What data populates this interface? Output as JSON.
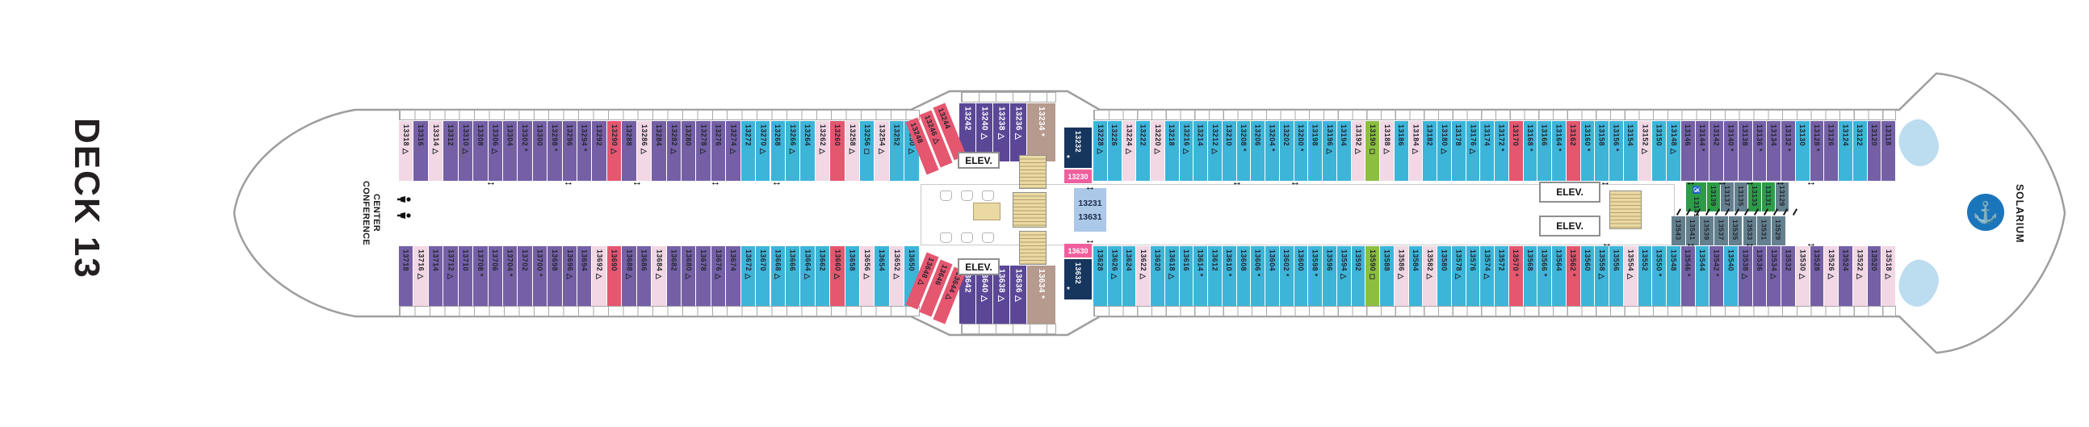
{
  "title": "DECK 13",
  "labels": {
    "conference_line1": "CONFERENCE",
    "conference_line2": "CENTER",
    "solarium": "SOLARIUM",
    "elevator": "ELEV.",
    "center_cabins": [
      "13231",
      "13631"
    ]
  },
  "icons": {
    "anchor": "⚓",
    "connecting_arrow": "↔"
  },
  "symbols": {
    "t": "△",
    "s": "*",
    "q": "◻",
    "w": "♿"
  },
  "palette": {
    "balcony_cabin_purple": "#7560a6",
    "balcony_cabin_cyan": "#3db5d9",
    "accessible_lime": "#8cbf40",
    "pink": "#f2d7e4",
    "red": "#e5566f",
    "suite_purple": "#5b4796",
    "suite_tan": "#b69a8d",
    "navy": "#17365d",
    "magenta": "#ef5f9e",
    "interior_slate": "#64808e",
    "interior_green": "#2d9c49",
    "center_lightblue": "#abc8e9",
    "pool_blue": "#bcdcf0",
    "logo_blue": "#1b75bb",
    "hull_outline": "#9e9e9e"
  },
  "rows": {
    "top_main": [
      [
        "13318",
        "t",
        "pink"
      ],
      [
        "13316",
        "",
        "purple"
      ],
      [
        "13314",
        "t",
        "pink"
      ],
      [
        "13312",
        "",
        "purple"
      ],
      [
        "13310",
        "t",
        "purple"
      ],
      [
        "13308",
        "",
        "purple"
      ],
      [
        "13306",
        "t",
        "purple"
      ],
      [
        "13304",
        "",
        "purple"
      ],
      [
        "13302",
        "s",
        "purple"
      ],
      [
        "13300",
        "",
        "purple"
      ],
      [
        "13298",
        "s",
        "purple"
      ],
      [
        "13296",
        "",
        "purple"
      ],
      [
        "13294",
        "s",
        "purple"
      ],
      [
        "13292",
        "",
        "purple"
      ],
      [
        "13290",
        "t",
        "red"
      ],
      [
        "13288",
        "",
        "purple"
      ],
      [
        "13286",
        "t",
        "pink"
      ],
      [
        "13284",
        "",
        "purple"
      ],
      [
        "13282",
        "t",
        "purple"
      ],
      [
        "13280",
        "",
        "purple"
      ],
      [
        "13278",
        "t",
        "purple"
      ],
      [
        "13276",
        "",
        "purple"
      ],
      [
        "13274",
        "t",
        "purple"
      ],
      [
        "13272",
        "",
        "cyan"
      ],
      [
        "13270",
        "t",
        "cyan"
      ],
      [
        "13268",
        "",
        "cyan"
      ],
      [
        "13266",
        "t",
        "cyan"
      ],
      [
        "13264",
        "",
        "cyan"
      ],
      [
        "13262",
        "t",
        "pink"
      ],
      [
        "13260",
        "",
        "red"
      ],
      [
        "13258",
        "t",
        "pink"
      ],
      [
        "13256",
        "q",
        "cyan"
      ],
      [
        "13254",
        "t",
        "pink"
      ],
      [
        "13252",
        "",
        "cyan"
      ],
      [
        "13250",
        "t",
        "cyan"
      ]
    ],
    "top_angle": [
      [
        "13248",
        "",
        "red"
      ],
      [
        "13246",
        "t",
        "red"
      ],
      [
        "13244",
        "",
        "red"
      ]
    ],
    "top_suites": [
      [
        "13242",
        "",
        "suite"
      ],
      [
        "13240",
        "t",
        "suite"
      ],
      [
        "13238",
        "t",
        "suite"
      ],
      [
        "13236",
        "t",
        "suite"
      ],
      [
        "13234",
        "s",
        "tanw"
      ]
    ],
    "top_fwd": [
      [
        "13228",
        "t",
        "cyan"
      ],
      [
        "13226",
        "",
        "cyan"
      ],
      [
        "13224",
        "t",
        "pink"
      ],
      [
        "13222",
        "",
        "cyan"
      ],
      [
        "13220",
        "t",
        "pink"
      ],
      [
        "13218",
        "",
        "cyan"
      ],
      [
        "13216",
        "t",
        "cyan"
      ],
      [
        "13214",
        "",
        "cyan"
      ],
      [
        "13212",
        "t",
        "cyan"
      ],
      [
        "13210",
        "",
        "cyan"
      ],
      [
        "13208",
        "s",
        "cyan"
      ],
      [
        "13206",
        "",
        "cyan"
      ],
      [
        "13204",
        "s",
        "cyan"
      ],
      [
        "13202",
        "",
        "cyan"
      ],
      [
        "13200",
        "s",
        "cyan"
      ],
      [
        "13198",
        "",
        "cyan"
      ],
      [
        "13196",
        "t",
        "cyan"
      ],
      [
        "13194",
        "",
        "cyan"
      ],
      [
        "13192",
        "t",
        "pink"
      ],
      [
        "13190",
        "q",
        "lime"
      ],
      [
        "13188",
        "t",
        "pink"
      ],
      [
        "13186",
        "",
        "cyan"
      ],
      [
        "13184",
        "t",
        "pink"
      ],
      [
        "13182",
        "",
        "cyan"
      ],
      [
        "13180",
        "t",
        "cyan"
      ],
      [
        "13178",
        "",
        "cyan"
      ],
      [
        "13176",
        "t",
        "cyan"
      ],
      [
        "13174",
        "",
        "cyan"
      ],
      [
        "13172",
        "s",
        "cyan"
      ],
      [
        "13170",
        "",
        "red"
      ],
      [
        "13168",
        "s",
        "cyan"
      ],
      [
        "13166",
        "",
        "cyan"
      ],
      [
        "13164",
        "s",
        "cyan"
      ],
      [
        "13162",
        "",
        "red"
      ],
      [
        "13160",
        "s",
        "cyan"
      ],
      [
        "13158",
        "",
        "cyan"
      ],
      [
        "13156",
        "s",
        "cyan"
      ],
      [
        "13154",
        "",
        "cyan"
      ],
      [
        "13152",
        "t",
        "pink"
      ],
      [
        "13150",
        "",
        "cyan"
      ],
      [
        "13148",
        "t",
        "cyan"
      ],
      [
        "13146",
        "",
        "purple"
      ],
      [
        "13144",
        "s",
        "purple"
      ],
      [
        "13142",
        "",
        "purple"
      ],
      [
        "13140",
        "s",
        "purple"
      ],
      [
        "13138",
        "",
        "purple"
      ],
      [
        "13136",
        "s",
        "purple"
      ],
      [
        "13134",
        "",
        "purple"
      ],
      [
        "13132",
        "s",
        "purple"
      ],
      [
        "13130",
        "",
        "cyan"
      ],
      [
        "13128",
        "s",
        "purple"
      ],
      [
        "13126",
        "",
        "purple"
      ],
      [
        "13124",
        "",
        "cyan"
      ],
      [
        "13122",
        "",
        "cyan"
      ],
      [
        "13120",
        "",
        "purple"
      ],
      [
        "13118",
        "",
        "purple"
      ]
    ],
    "top_special_navy": [
      "13232",
      "s",
      "navy"
    ],
    "top_special_pink": [
      "13230",
      "",
      "magenta"
    ],
    "bottom_main": [
      [
        "13718",
        "",
        "purple"
      ],
      [
        "13716",
        "t",
        "pink"
      ],
      [
        "13714",
        "",
        "purple"
      ],
      [
        "13712",
        "t",
        "purple"
      ],
      [
        "13710",
        "",
        "purple"
      ],
      [
        "13708",
        "s",
        "purple"
      ],
      [
        "13706",
        "",
        "purple"
      ],
      [
        "13704",
        "s",
        "purple"
      ],
      [
        "13702",
        "",
        "purple"
      ],
      [
        "13700",
        "s",
        "purple"
      ],
      [
        "13698",
        "",
        "purple"
      ],
      [
        "13696",
        "t",
        "purple"
      ],
      [
        "13694",
        "",
        "purple"
      ],
      [
        "13692",
        "t",
        "pink"
      ],
      [
        "13690",
        "",
        "red"
      ],
      [
        "13688",
        "t",
        "purple"
      ],
      [
        "13686",
        "",
        "purple"
      ],
      [
        "13684",
        "t",
        "pink"
      ],
      [
        "13682",
        "",
        "purple"
      ],
      [
        "13680",
        "t",
        "purple"
      ],
      [
        "13678",
        "",
        "purple"
      ],
      [
        "13676",
        "t",
        "purple"
      ],
      [
        "13674",
        "",
        "purple"
      ],
      [
        "13672",
        "t",
        "cyan"
      ],
      [
        "13670",
        "",
        "cyan"
      ],
      [
        "13668",
        "t",
        "cyan"
      ],
      [
        "13666",
        "",
        "cyan"
      ],
      [
        "13664",
        "t",
        "cyan"
      ],
      [
        "13662",
        "",
        "cyan"
      ],
      [
        "13660",
        "t",
        "red"
      ],
      [
        "13658",
        "",
        "cyan"
      ],
      [
        "13656",
        "t",
        "pink"
      ],
      [
        "13654",
        "",
        "cyan"
      ],
      [
        "13652",
        "t",
        "pink"
      ],
      [
        "13650",
        "",
        "cyan"
      ]
    ],
    "bottom_angle": [
      [
        "13648",
        "t",
        "red"
      ],
      [
        "13646",
        "",
        "red"
      ],
      [
        "13644",
        "t",
        "red"
      ]
    ],
    "bottom_suites": [
      [
        "13642",
        "",
        "suite"
      ],
      [
        "13640",
        "t",
        "suite"
      ],
      [
        "13638",
        "t",
        "suite"
      ],
      [
        "13636",
        "t",
        "suite"
      ],
      [
        "13634",
        "s",
        "tanw"
      ]
    ],
    "bottom_fwd": [
      [
        "13628",
        "",
        "cyan"
      ],
      [
        "13626",
        "t",
        "cyan"
      ],
      [
        "13624",
        "",
        "cyan"
      ],
      [
        "13622",
        "t",
        "pink"
      ],
      [
        "13620",
        "",
        "cyan"
      ],
      [
        "13618",
        "t",
        "cyan"
      ],
      [
        "13616",
        "",
        "cyan"
      ],
      [
        "13614",
        "s",
        "cyan"
      ],
      [
        "13612",
        "",
        "cyan"
      ],
      [
        "13610",
        "s",
        "cyan"
      ],
      [
        "13608",
        "",
        "cyan"
      ],
      [
        "13606",
        "s",
        "cyan"
      ],
      [
        "13604",
        "",
        "cyan"
      ],
      [
        "13602",
        "s",
        "cyan"
      ],
      [
        "13600",
        "",
        "cyan"
      ],
      [
        "13598",
        "s",
        "cyan"
      ],
      [
        "13596",
        "",
        "cyan"
      ],
      [
        "13594",
        "t",
        "cyan"
      ],
      [
        "13592",
        "",
        "cyan"
      ],
      [
        "13590",
        "q",
        "lime"
      ],
      [
        "13588",
        "",
        "cyan"
      ],
      [
        "13586",
        "t",
        "pink"
      ],
      [
        "13584",
        "",
        "cyan"
      ],
      [
        "13582",
        "t",
        "pink"
      ],
      [
        "13580",
        "",
        "cyan"
      ],
      [
        "13578",
        "t",
        "cyan"
      ],
      [
        "13576",
        "",
        "cyan"
      ],
      [
        "13574",
        "t",
        "cyan"
      ],
      [
        "13572",
        "",
        "cyan"
      ],
      [
        "13570",
        "s",
        "red"
      ],
      [
        "13568",
        "",
        "cyan"
      ],
      [
        "13566",
        "s",
        "cyan"
      ],
      [
        "13564",
        "",
        "cyan"
      ],
      [
        "13562",
        "s",
        "red"
      ],
      [
        "13560",
        "",
        "cyan"
      ],
      [
        "13558",
        "t",
        "cyan"
      ],
      [
        "13556",
        "",
        "cyan"
      ],
      [
        "13554",
        "t",
        "pink"
      ],
      [
        "13552",
        "",
        "cyan"
      ],
      [
        "13550",
        "s",
        "cyan"
      ],
      [
        "13548",
        "",
        "cyan"
      ],
      [
        "13546",
        "s",
        "purple"
      ],
      [
        "13544",
        "",
        "cyan"
      ],
      [
        "13542",
        "s",
        "purple"
      ],
      [
        "13540",
        "",
        "cyan"
      ],
      [
        "13538",
        "t",
        "purple"
      ],
      [
        "13536",
        "",
        "purple"
      ],
      [
        "13534",
        "t",
        "purple"
      ],
      [
        "13532",
        "",
        "purple"
      ],
      [
        "13530",
        "t",
        "pink"
      ],
      [
        "13528",
        "",
        "purple"
      ],
      [
        "13526",
        "t",
        "pink"
      ],
      [
        "13524",
        "",
        "purple"
      ],
      [
        "13522",
        "t",
        "pink"
      ],
      [
        "13520",
        "",
        "purple"
      ],
      [
        "13518",
        "t",
        "pink"
      ]
    ],
    "bottom_special_navy": [
      "13632",
      "s",
      "navy"
    ],
    "bottom_special_pink": [
      "13630",
      "",
      "magenta"
    ],
    "interior_top": [
      [
        "13141",
        "w",
        "green"
      ],
      [
        "13139",
        "",
        "green"
      ],
      [
        "13137",
        "",
        "slate"
      ],
      [
        "13135",
        "",
        "slate"
      ],
      [
        "13133",
        "",
        "green"
      ],
      [
        "13131",
        "",
        "green"
      ],
      [
        "13129",
        "",
        "slate"
      ]
    ],
    "interior_bottom": [
      [
        "13543",
        "",
        "slate"
      ],
      [
        "13541",
        "",
        "slate"
      ],
      [
        "13539",
        "",
        "slate"
      ],
      [
        "13537",
        "",
        "slate"
      ],
      [
        "13535",
        "",
        "slate"
      ],
      [
        "13533",
        "",
        "slate"
      ],
      [
        "13531",
        "",
        "slate"
      ],
      [
        "13529",
        "",
        "slate"
      ]
    ]
  }
}
